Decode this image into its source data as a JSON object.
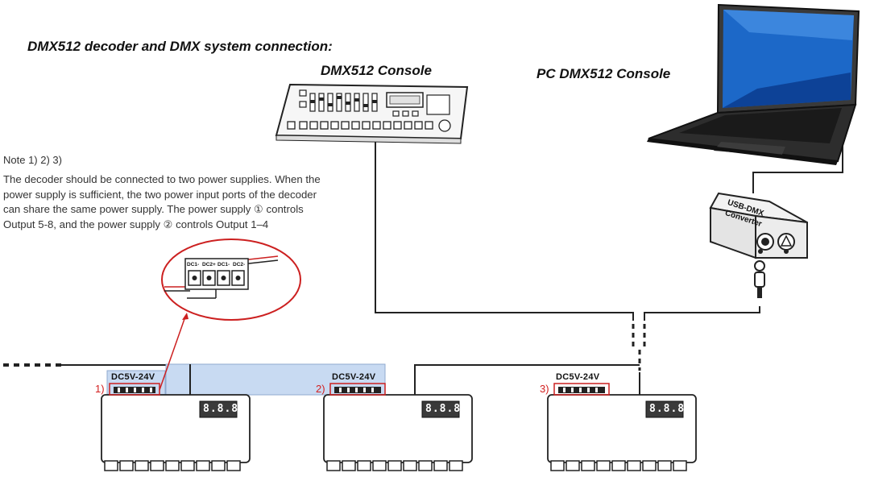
{
  "title": "DMX512 decoder and DMX system connection:",
  "console_label": "DMX512 Console",
  "pc_label": "PC DMX512 Console",
  "note": {
    "title": "Note 1) 2) 3)",
    "lines": [
      "The decoder should be connected to two power supplies. When the",
      "power supply is sufficient, the two power input ports of the decoder",
      "can share the same power supply. The power supply ① controls",
      "Output 5-8, and the power supply ② controls Output 1–4"
    ]
  },
  "zoom_pins": [
    "DC1-",
    "DC2+",
    "DC1-",
    "DC2-"
  ],
  "converter_label": [
    "USB-DMX",
    "Converter"
  ],
  "decoders": [
    {
      "voltage": "DC5V-24V",
      "note_number": "1)",
      "display": "8.8.8"
    },
    {
      "voltage": "DC5V-24V",
      "note_number": "2)",
      "display": "8.8.8"
    },
    {
      "voltage": "DC5V-24V",
      "note_number": "3)",
      "display": "8.8.8"
    }
  ],
  "colors": {
    "highlight_blue": "#c8daf2",
    "annotation_red": "#cc2020",
    "line": "#222222"
  }
}
